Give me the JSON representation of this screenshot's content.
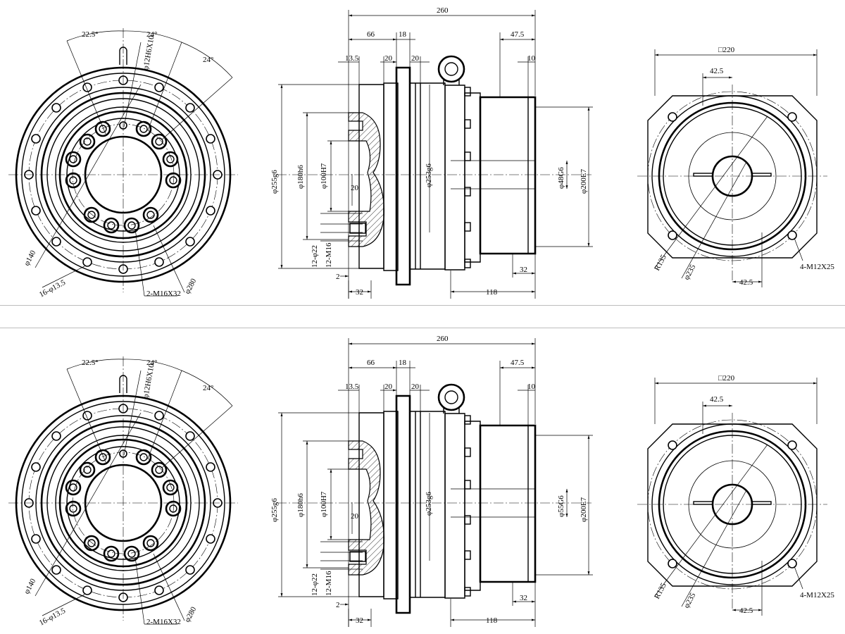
{
  "drawings": [
    {
      "front": {
        "angle1": "22.5°",
        "angle2": "24°",
        "angle3": "24°",
        "tap_hole": "φ12H6X10",
        "dia_140": "φ140",
        "holes_16": "16-φ13.5",
        "holes_2": "2-M16X32",
        "dia_280": "φ280"
      },
      "side": {
        "total_len": "260",
        "d66": "66",
        "d18": "18",
        "d13_5": "13.5",
        "d20a": "20",
        "d20b": "20",
        "d47_5": "47.5",
        "d10": "10",
        "dia_255": "φ255g6",
        "dia_180": "φ180h6",
        "dia_100": "φ100H7",
        "d20c": "20",
        "dia_253": "φ253g6",
        "dia_shaft": "φ48G6",
        "dia_200": "φ200E7",
        "holes_22": "12-φ22",
        "holes_m16": "12-M16",
        "d2": "2",
        "d32a": "32",
        "d118": "118",
        "d32b": "32"
      },
      "flange": {
        "square": "□220",
        "d42_5a": "42.5",
        "d42_5b": "42.5",
        "r135": "R135",
        "dia_235": "φ235",
        "holes": "4-M12X25"
      }
    },
    {
      "front": {
        "angle1": "22.5°",
        "angle2": "24°",
        "angle3": "24°",
        "tap_hole": "φ12H6X10",
        "dia_140": "φ140",
        "holes_16": "16-φ13.5",
        "holes_2": "2-M16X32",
        "dia_280": "φ280"
      },
      "side": {
        "total_len": "260",
        "d66": "66",
        "d18": "18",
        "d13_5": "13.5",
        "d20a": "20",
        "d20b": "20",
        "d47_5": "47.5",
        "d10": "10",
        "dia_255": "φ255g6",
        "dia_180": "φ180h6",
        "dia_100": "φ100H7",
        "d20c": "20",
        "dia_253": "φ253g6",
        "dia_shaft": "φ55G6",
        "dia_200": "φ200E7",
        "holes_22": "12-φ22",
        "holes_m16": "12-M16",
        "d2": "2",
        "d32a": "32",
        "d118": "118",
        "d32b": "32"
      },
      "flange": {
        "square": "□220",
        "d42_5a": "42.5",
        "d42_5b": "42.5",
        "r135": "R135",
        "dia_235": "φ235",
        "holes": "4-M12X25"
      }
    }
  ]
}
